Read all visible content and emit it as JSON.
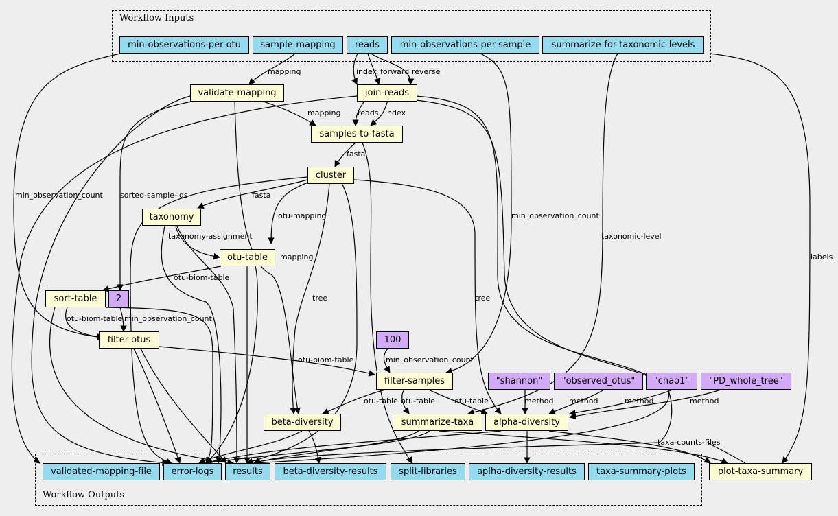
{
  "clusters": {
    "inputs_label": "Workflow Inputs",
    "outputs_label": "Workflow Outputs"
  },
  "inputs": {
    "min_obs_per_otu": "min-observations-per-otu",
    "sample_mapping": "sample-mapping",
    "reads": "reads",
    "min_obs_per_sample": "min-observations-per-sample",
    "summarize_levels": "summarize-for-taxonomic-levels"
  },
  "steps": {
    "validate_mapping": "validate-mapping",
    "join_reads": "join-reads",
    "samples_to_fasta": "samples-to-fasta",
    "cluster": "cluster",
    "taxonomy": "taxonomy",
    "otu_table": "otu-table",
    "sort_table": "sort-table",
    "filter_otus": "filter-otus",
    "filter_samples": "filter-samples",
    "beta_diversity": "beta-diversity",
    "summarize_taxa": "summarize-taxa",
    "alpha_diversity": "alpha-diversity",
    "plot_taxa_summary": "plot-taxa-summary"
  },
  "params": {
    "p2": "2",
    "p100": "100",
    "shannon": "\"shannon\"",
    "observed_otus": "\"observed_otus\"",
    "chao1": "\"chao1\"",
    "pd_whole_tree": "\"PD_whole_tree\""
  },
  "outputs": {
    "validated_mapping_file": "validated-mapping-file",
    "error_logs": "error-logs",
    "results": "results",
    "beta_diversity_results": "beta-diversity-results",
    "split_libraries": "split-libraries",
    "aplha_diversity_results": "aplha-diversity-results",
    "taxa_summary_plots": "taxa-summary-plots"
  },
  "edge_labels": {
    "mapping": "mapping",
    "index": "index",
    "forward": "forward",
    "reverse": "reverse",
    "reads": "reads",
    "fasta": "fasta",
    "min_observation_count": "min_observation_count",
    "sorted_sample_ids": "sorted-sample-ids",
    "otu_mapping": "otu-mapping",
    "taxonomy_assignment": "taxonomy-assignment",
    "otu_biom_table": "otu-biom-table",
    "tree": "tree",
    "otu_table": "otu-table",
    "method": "method",
    "taxonomic_level": "taxonomic-level",
    "labels": "labels",
    "taxa_counts_files": "taxa-counts-files"
  },
  "colors": {
    "background": "#eeeeee",
    "io_node": "#94dbf0",
    "step_node": "#fdfdd3",
    "param_node": "#d2aaf7",
    "edge": "#000000"
  }
}
